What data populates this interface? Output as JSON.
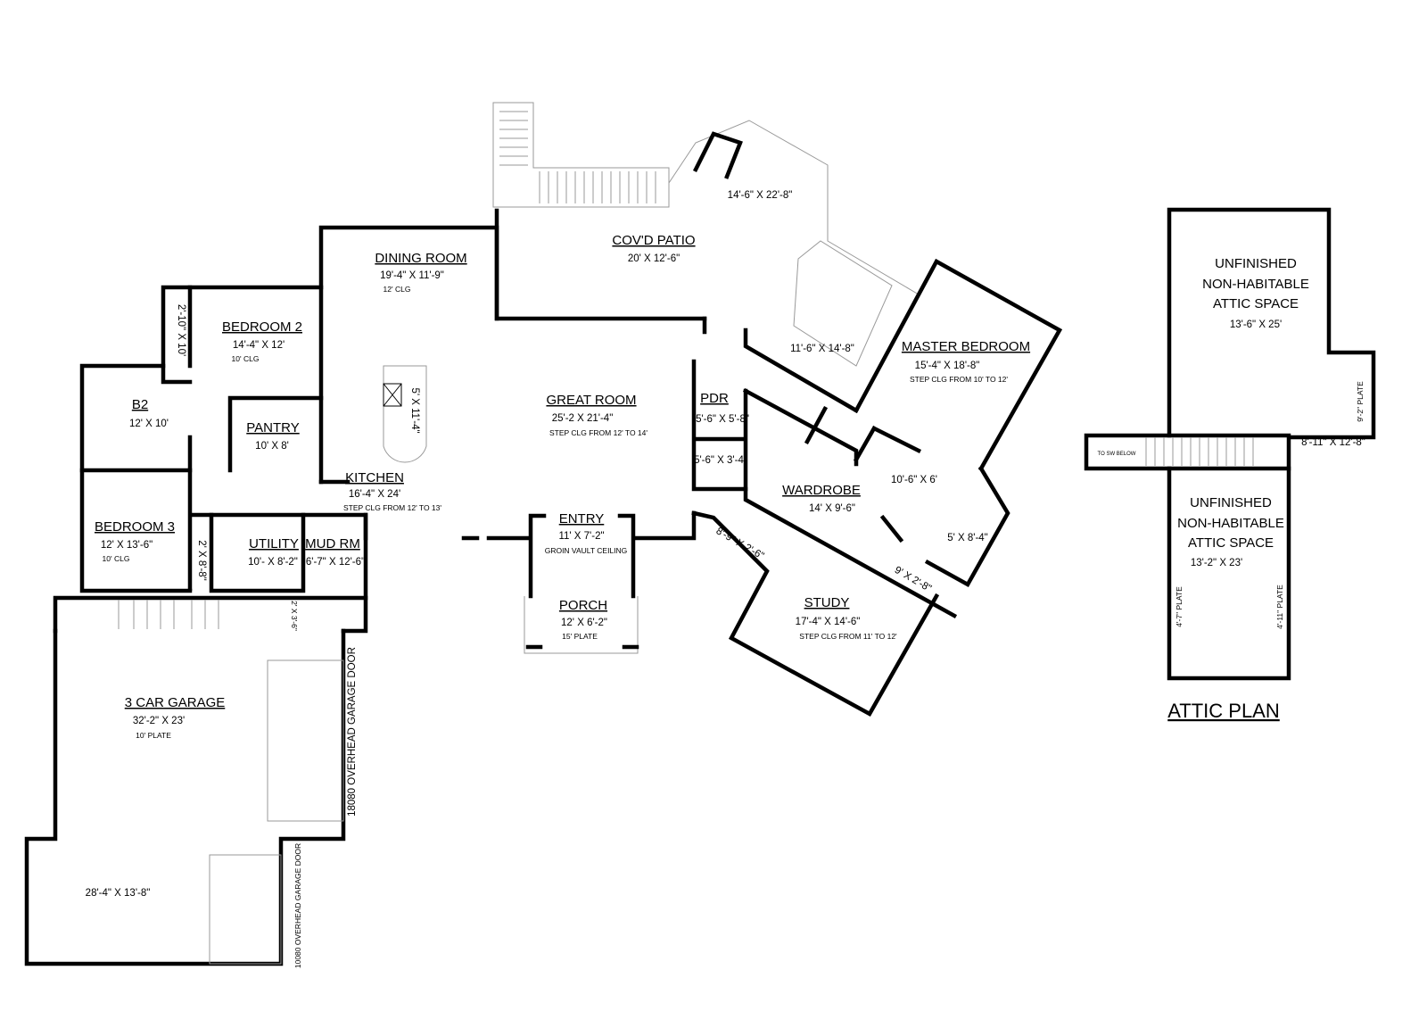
{
  "plan": {
    "rooms": {
      "dining": {
        "name": "DINING ROOM",
        "dim": "19'-4\" X 11'-9\"",
        "note": "12' CLG"
      },
      "patio": {
        "name": "COV'D PATIO",
        "dim": "20' X 12'-6\""
      },
      "patio_ext": {
        "dim": "14'-6\" X 22'-8\""
      },
      "outdoor_kitchen": {
        "dim": "11'-6\" X 14'-8\""
      },
      "bedroom2": {
        "name": "BEDROOM 2",
        "dim": "14'-4\" X 12'",
        "note": "10' CLG"
      },
      "closet2": {
        "dim": "2'-10\" X 10'"
      },
      "b2": {
        "name": "B2",
        "dim": "12' X 10'"
      },
      "pantry": {
        "name": "PANTRY",
        "dim": "10' X 8'"
      },
      "island": {
        "dim": "5' X 11'-4\""
      },
      "kitchen": {
        "name": "KITCHEN",
        "dim": "16'-4\" X 24'",
        "note": "STEP CLG FROM 12' TO 13'"
      },
      "great": {
        "name": "GREAT ROOM",
        "dim": "25'-2 X 21'-4\"",
        "note": "STEP CLG FROM 12' TO 14'"
      },
      "pdr": {
        "name": "PDR",
        "dim": "5'-6\" X 5'-8\""
      },
      "closet_pdr": {
        "dim": "5'-6\" X 3'-4\""
      },
      "master": {
        "name": "MASTER BEDROOM",
        "dim": "15'-4\" X 18'-8\"",
        "note": "STEP CLG FROM 10' TO 12'"
      },
      "master_bath": {
        "dim": "10'-6\" X 6'"
      },
      "shower": {
        "dim": "5' X 8'-4\""
      },
      "wc": {
        "dim": "9' X 2'-8\""
      },
      "wardrobe": {
        "name": "WARDROBE",
        "dim": "14' X 9'-6\""
      },
      "study_closet": {
        "dim": "8'-9\" X 2'-6\""
      },
      "study": {
        "name": "STUDY",
        "dim": "17'-4\" X 14'-6\"",
        "note": "STEP CLG FROM 11' TO 12'"
      },
      "bedroom3": {
        "name": "BEDROOM 3",
        "dim": "12' X 13'-6\"",
        "note": "10' CLG"
      },
      "closet3": {
        "dim": "2' X 8'-8\""
      },
      "utility": {
        "name": "UTILITY",
        "dim": "10'- X 8'-2\""
      },
      "mudrm": {
        "name": "MUD RM",
        "dim": "6'-7\" X 12'-6\""
      },
      "mud_closet": {
        "dim": "2' X 3'-6\""
      },
      "entry": {
        "name": "ENTRY",
        "dim": "11' X 7'-2\"",
        "note": "GROIN VAULT CEILING"
      },
      "porch": {
        "name": "PORCH",
        "dim": "12' X 6'-2\"",
        "note": "15' PLATE"
      },
      "garage": {
        "name": "3 CAR GARAGE",
        "dim": "32'-2\" X 23'",
        "note": "10' PLATE"
      },
      "garage2": {
        "dim": "28'-4\" X 13'-8\""
      },
      "garage_door1": {
        "label": "18080 OVERHEAD GARAGE DOOR"
      },
      "garage_door2": {
        "label": "10080 OVERHEAD GARAGE DOOR"
      }
    }
  },
  "attic": {
    "title": "ATTIC PLAN",
    "upper": {
      "lines": [
        "UNFINISHED",
        "NON-HABITABLE",
        "ATTIC SPACE"
      ],
      "dim": "13'-6\" X 25'"
    },
    "lower": {
      "lines": [
        "UNFINISHED",
        "NON-HABITABLE",
        "ATTIC SPACE"
      ],
      "dim": "13'-2\" X 23'"
    },
    "right": {
      "dim": "8'-11\" X 12'-8\"",
      "plate": "9'-2\" PLATE"
    },
    "stair": {
      "label": "TO SW BELOW"
    },
    "plate_left": "4'-7\" PLATE",
    "plate_right": "4'-11\" PLATE"
  }
}
